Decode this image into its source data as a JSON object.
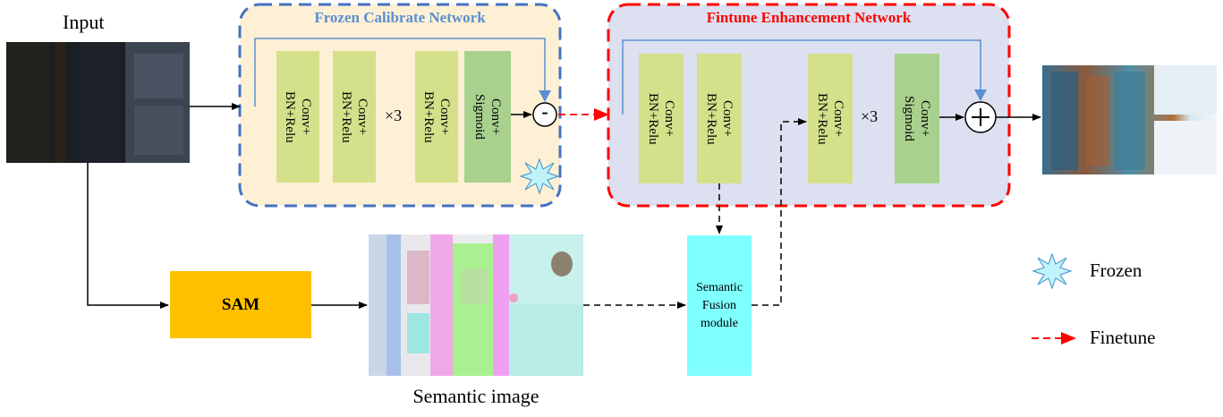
{
  "input": {
    "label": "Input"
  },
  "frozen_network": {
    "title": "Frozen Calibrate Network",
    "title_color": "#5B8FD0",
    "fill": "#FDF0D5",
    "border": "#4472C4",
    "blocks": [
      "Conv+\nBN+Relu",
      "Conv+\nBN+Relu",
      "Conv+\nBN+Relu",
      "Conv+\nSigmoid"
    ],
    "repeat": "×3",
    "operator": "-"
  },
  "finetune_network": {
    "title": "Fintune Enhancement Network",
    "title_color": "#FF0000",
    "fill": "#DCE0F0",
    "border": "#FF0000",
    "blocks": [
      "Conv+\nBN+Relu",
      "Conv+\nBN+Relu",
      "Conv+\nBN+Relu",
      "Conv+\nSigmoid"
    ],
    "repeat": "×3",
    "operator": "+"
  },
  "sam": {
    "label": "SAM",
    "fill": "#FFC000"
  },
  "semantic_image": {
    "caption": "Semantic image"
  },
  "fusion": {
    "label": "Semantic\nFusion\nmodule",
    "fill": "#7FFFFF"
  },
  "legend": {
    "frozen": "Frozen",
    "finetune": "Finetune"
  },
  "colors": {
    "block_light": "#D4E08A",
    "block_dark": "#A9D18E",
    "arrow_red": "#FF0000",
    "arrow_blue": "#4472C4",
    "star": "#BFF3FA"
  }
}
